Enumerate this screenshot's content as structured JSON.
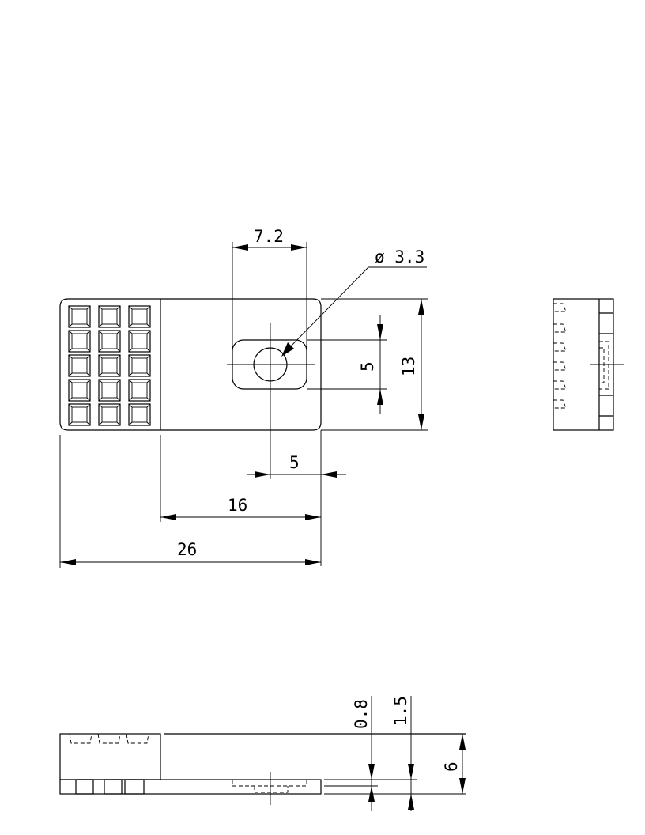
{
  "drawing": {
    "dimensions": {
      "slot_width": "7.2",
      "hole_diameter": "ø 3.3",
      "slot_height": "5",
      "part_height": "13",
      "hole_offset": "5",
      "slot_position": "16",
      "overall_length": "26",
      "thickness_upper": "0.8",
      "thickness_lower": "1.5",
      "total_thickness": "6"
    }
  }
}
